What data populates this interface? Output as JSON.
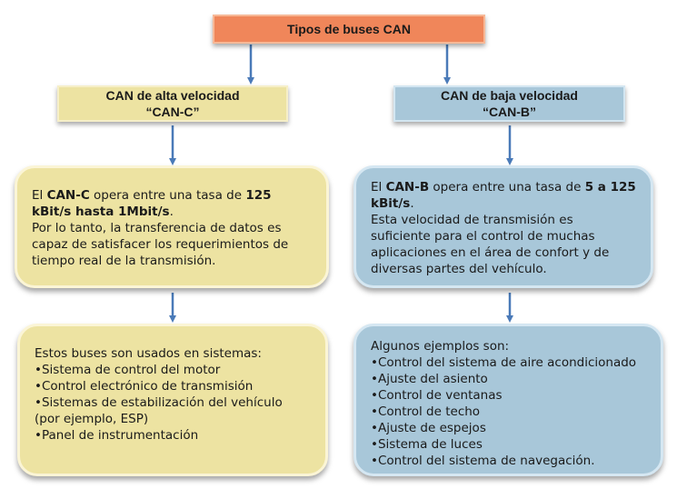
{
  "title": "Tipos de buses CAN",
  "left": {
    "heading_line1": "CAN de alta velocidad",
    "heading_line2": "“CAN-C”",
    "desc": {
      "p1_pre": "El ",
      "p1_bold1": "CAN-C",
      "p1_mid": " opera entre una tasa de ",
      "p1_bold2": "125 kBit/s hasta 1Mbit/s",
      "p1_post": ".",
      "p2": "Por lo tanto, la transferencia de datos es capaz de satisfacer los requerimientos de tiempo real de la transmisión."
    },
    "examples_intro": "Estos buses son usados en sistemas:",
    "examples": [
      "•Sistema de control del motor",
      "•Control electrónico de transmisión",
      "•Sistemas de estabilización del vehículo (por ejemplo, ESP)",
      "•Panel de instrumentación"
    ]
  },
  "right": {
    "heading_line1": "CAN de baja velocidad",
    "heading_line2": "“CAN-B”",
    "desc": {
      "p1_pre": "El ",
      "p1_bold1": "CAN-B",
      "p1_mid": " opera entre una tasa de ",
      "p1_bold2": "5 a 125 kBit/s",
      "p1_post": ".",
      "p2": "Esta velocidad de transmisión es suficiente para el control de muchas aplicaciones en el área de confort y de diversas partes del vehículo."
    },
    "examples_intro": "Algunos ejemplos son:",
    "examples": [
      "•Control del sistema de aire acondicionado",
      "•Ajuste del asiento",
      "•Control de ventanas",
      "•Control de techo",
      "•Ajuste de espejos",
      "•Sistema de luces",
      "•Control del sistema de navegación."
    ]
  },
  "colors": {
    "title_fill": "#f0865a",
    "left_fill": "#ede3a2",
    "right_fill": "#a8c7d9",
    "arrow": "#4a7ab8"
  }
}
